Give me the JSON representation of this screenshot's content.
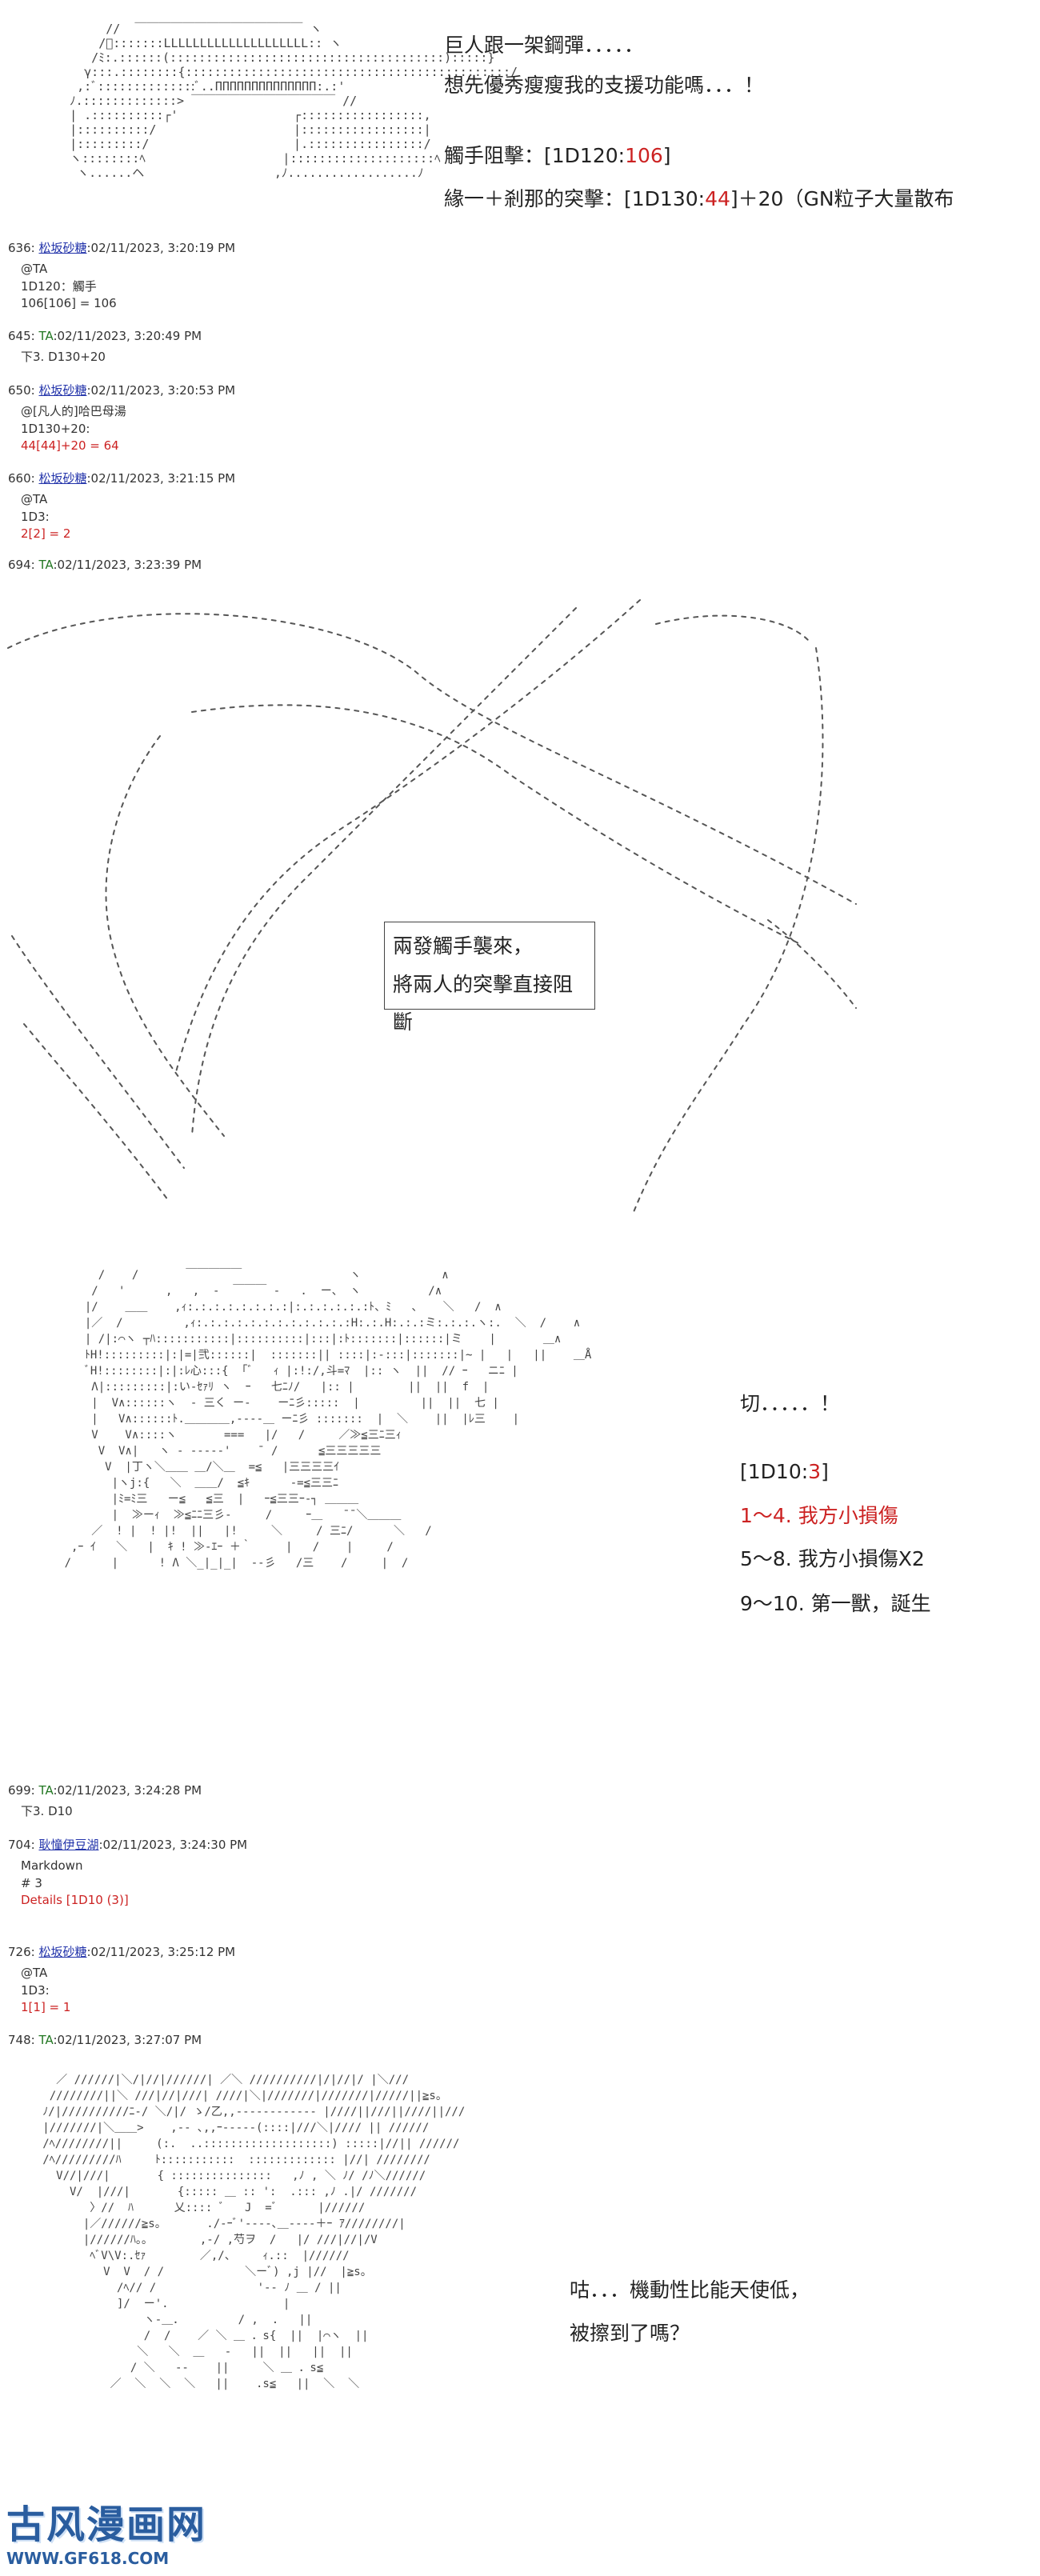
{
  "panel1": {
    "lines": [
      "巨人跟一架鋼彈．．．．．",
      "想先優秀瘦瘦我的支援功能嗎．．．！",
      "",
      "觸手阻擊：[1D120:",
      "緣一＋剎那的突擊：[1D130:"
    ],
    "roll1_value": "106",
    "roll1_close": "]",
    "roll2_value": "44",
    "roll2_suffix": "]＋20（GN粒子大量散布"
  },
  "posts": [
    {
      "id": "636",
      "user": "松坂砂糖",
      "user_style": "link",
      "time": "02/11/2023, 3:20:19 PM",
      "body": [
        "@TA",
        "1D120：觸手",
        "106[106] = 106"
      ],
      "red": []
    },
    {
      "id": "645",
      "user": "TA",
      "user_style": "green",
      "time": "02/11/2023, 3:20:49 PM",
      "body": [
        "下3. D130+20"
      ],
      "red": []
    },
    {
      "id": "650",
      "user": "松坂砂糖",
      "user_style": "link",
      "time": "02/11/2023, 3:20:53 PM",
      "body": [
        "@[凡人的]哈巴母湯",
        "1D130+20:"
      ],
      "red": [
        "44[44]+20 = 64"
      ]
    },
    {
      "id": "660",
      "user": "松坂砂糖",
      "user_style": "link",
      "time": "02/11/2023, 3:21:15 PM",
      "body": [
        "@TA",
        "1D3:"
      ],
      "red": [
        "2[2] = 2"
      ]
    },
    {
      "id": "694",
      "user": "TA",
      "user_style": "green",
      "time": "02/11/2023, 3:23:39 PM",
      "body": [],
      "red": []
    }
  ],
  "panel2": {
    "callout_line1": "兩發觸手襲來，",
    "callout_line2": "將兩人的突擊直接阻斷"
  },
  "panel3": {
    "line1": "切．．．．．！",
    "roll_prefix": "[1D10:",
    "roll_value": "3",
    "roll_close": "]",
    "option1": "1～4. 我方小損傷",
    "option2": "5～8. 我方小損傷X2",
    "option3": "9～10. 第一獸，誕生"
  },
  "posts2": [
    {
      "id": "699",
      "user": "TA",
      "user_style": "green",
      "time": "02/11/2023, 3:24:28 PM",
      "body": [
        "下3. D10"
      ],
      "red": []
    },
    {
      "id": "704",
      "user": "耿憧伊豆湖",
      "user_style": "link",
      "time": "02/11/2023, 3:24:30 PM",
      "body": [
        "Markdown",
        "# 3"
      ],
      "red": [
        "Details [1D10 (3)]"
      ]
    },
    {
      "id": "726",
      "user": "松坂砂糖",
      "user_style": "link",
      "time": "02/11/2023, 3:25:12 PM",
      "body": [
        "@TA",
        "1D3:"
      ],
      "red": [
        "1[1] = 1"
      ]
    },
    {
      "id": "748",
      "user": "TA",
      "user_style": "green",
      "time": "02/11/2023, 3:27:07 PM",
      "body": [],
      "red": []
    }
  ],
  "panel4": {
    "line1": "咕．．．機動性比能天使低，",
    "line2": "被擦到了嗎？"
  },
  "watermark": {
    "main": "古风漫画网",
    "url": "WWW.GF618.COM"
  }
}
